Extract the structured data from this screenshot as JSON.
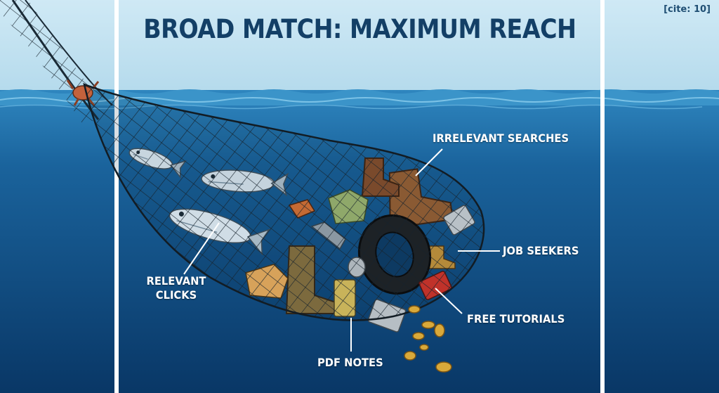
{
  "title": "BROAD MATCH: MAXIMUM REACH",
  "cite": "[cite: 10]",
  "labels": {
    "irrelevant_searches": "IRRELEVANT SEARCHES",
    "job_seekers": "JOB SEEKERS",
    "relevant_clicks_line1": "RELEVANT",
    "relevant_clicks_line2": "CLICKS",
    "free_tutorials": "FREE TUTORIALS",
    "pdf_notes": "PDF NOTES"
  },
  "colors": {
    "sky": "#c9e6f3",
    "sea_top": "#1e6aa3",
    "sea_bottom": "#0a3c6b",
    "title": "#133f66",
    "label": "#ffffff"
  },
  "icons": [
    "fishing-net-icon",
    "fish-icon",
    "boot-icon",
    "tire-icon",
    "tin-can-icon",
    "coin-icon"
  ]
}
